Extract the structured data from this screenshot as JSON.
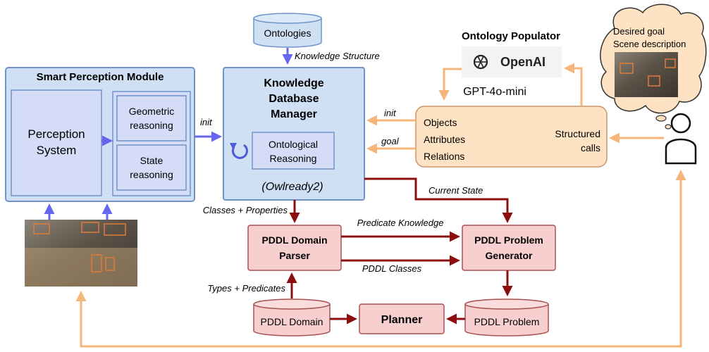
{
  "ontologies": "Ontologies",
  "knowledge_structure": "Knowledge Structure",
  "ontology_populator": {
    "title": "Ontology Populator",
    "brand": "OpenAI",
    "model": "GPT-4o-mini"
  },
  "scene_cloud": {
    "line1": "Desired goal",
    "line2": "Scene description"
  },
  "smart_perception": {
    "title": "Smart Perception Module",
    "perception_line1": "Perception",
    "perception_line2": "System",
    "geo_line1": "Geometric",
    "geo_line2": "reasoning",
    "state_line1": "State",
    "state_line2": "reasoning"
  },
  "kdm": {
    "line1": "Knowledge",
    "line2": "Database",
    "line3": "Manager",
    "onto_line1": "Ontological",
    "onto_line2": "Reasoning",
    "owlready": "(Owlready2)"
  },
  "structured_box": {
    "objects": "Objects",
    "attributes": "Attributes",
    "relations": "Relations",
    "calls_line1": "Structured",
    "calls_line2": "calls"
  },
  "edge_labels": {
    "init_left": "init",
    "init_right": "init",
    "goal": "goal",
    "current_state": "Current State",
    "classes_properties": "Classes + Properties",
    "predicate_knowledge": "Predicate Knowledge",
    "pddl_classes": "PDDL Classes",
    "types_predicates": "Types + Predicates"
  },
  "pddl": {
    "parser_line1": "PDDL Domain",
    "parser_line2": "Parser",
    "generator_line1": "PDDL Problem",
    "generator_line2": "Generator",
    "domain": "PDDL Domain",
    "planner": "Planner",
    "problem": "PDDL Problem"
  },
  "colors": {
    "blue_arrow": "#6666ee",
    "orange_arrow": "#f6b57a",
    "red_arrow": "#8b0f0f",
    "blue_fill": "#cfe0f5",
    "blue_inner": "#d4dcf8",
    "blue_border": "#6f93c9",
    "orange_fill": "#fde2c4",
    "pink_fill": "#f7cfcf",
    "pink_border": "#a85050"
  }
}
